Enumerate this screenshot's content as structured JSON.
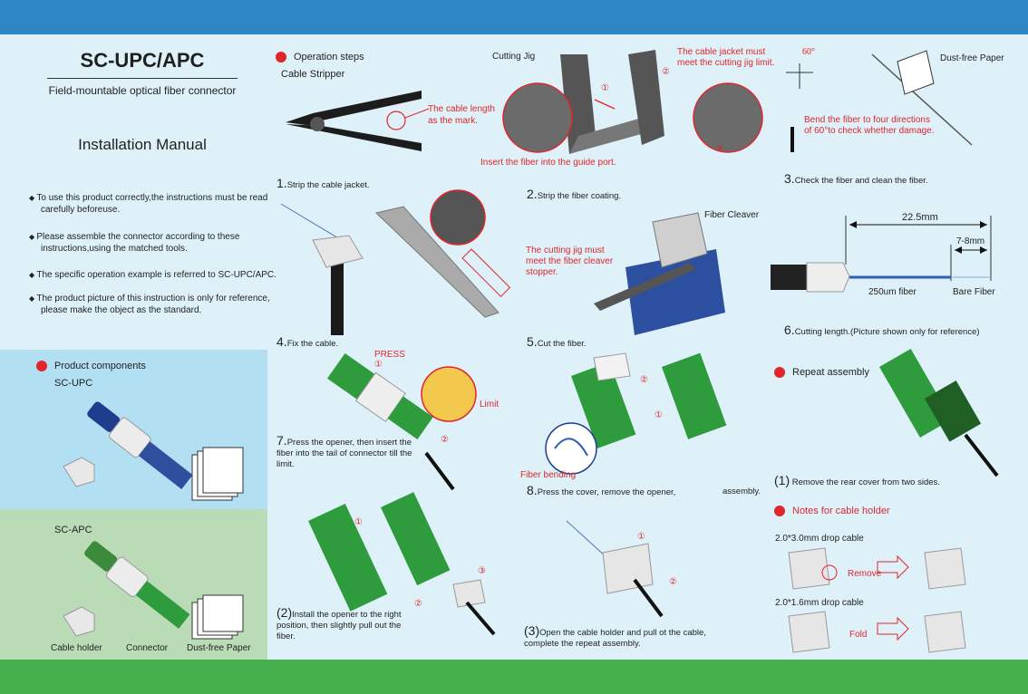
{
  "header": {
    "title": "SC-UPC/APC",
    "subtitle": "Field-mountable optical fiber connector",
    "manual": "Installation Manual"
  },
  "notes": [
    "To use this product correctly,the instructions must be read carefully beforeuse.",
    "Please assemble the connector according to these instructions,using the matched tools.",
    "The specific operation example is referred to SC-UPC/APC.",
    "The product picture of this instruction is only for reference, please make the object as the standard."
  ],
  "components": {
    "heading": "Product components",
    "upc": "SC-UPC",
    "apc": "SC-APC",
    "labels": {
      "holder": "Cable holder",
      "connector": "Connector",
      "paper": "Dust-free Paper"
    }
  },
  "operation": {
    "heading": "Operation steps",
    "cable_stripper": "Cable Stripper",
    "cable_length": "The cable length as the mark.",
    "cutting_jig": "Cutting Jig",
    "jacket_meet": "The cable jacket must meet the cutting jig limit.",
    "insert_guide": "Insert the fiber into the guide port.",
    "angle": "60°",
    "dust_free": "Dust-free Paper",
    "bend_note": "Bend the fiber to four directions of 60°to check whether damage.",
    "fiber_cleaver": "Fiber Cleaver",
    "jig_meet": "The cutting jig must meet the fiber cleaver stopper.",
    "dim_total": "22.5mm",
    "dim_bare": "7-8mm",
    "fiber_250": "250um fiber",
    "bare_fiber": "Bare Fiber",
    "press": "PRESS",
    "limit": "Limit",
    "fiber_bending": "Fiber bending",
    "repeat": "Repeat assembly",
    "cable_holder_notes": "Notes for cable holder",
    "drop1": "2.0*3.0mm drop cable",
    "remove": "Remove",
    "drop2": "2.0*1.6mm drop cable",
    "fold": "Fold",
    "circled": {
      "one": "①",
      "two": "②",
      "three": "③"
    }
  },
  "steps": [
    {
      "num": "1.",
      "text": "Strip the cable jacket."
    },
    {
      "num": "2.",
      "text": "Strip the fiber coating."
    },
    {
      "num": "3.",
      "text": "Check the fiber and clean the fiber."
    },
    {
      "num": "4.",
      "text": "Fix the cable."
    },
    {
      "num": "5.",
      "text": "Cut the fiber."
    },
    {
      "num": "6.",
      "text": "Cutting length.(Picture shown only for reference)"
    },
    {
      "num": "7.",
      "text": "Press the opener, then insert the fiber into the tail of connector till the limit."
    },
    {
      "num": "8.",
      "text": "Press the cover, remove the opener,",
      "tail": "assembly."
    },
    {
      "num": "(1)",
      "text": "Remove the rear cover from two sides."
    },
    {
      "num": "(2)",
      "text": "Install the opener to the right position, then slightly pull out the fiber."
    },
    {
      "num": "(3)",
      "text": "Open the cable holder and pull ot the cable, complete the repeat assembly."
    }
  ],
  "colors": {
    "header": "#2f86c4",
    "footer": "#46b04e",
    "accent": "#e0262c",
    "upc_panel": "#b2dff2",
    "apc_panel": "#b9dcb6"
  }
}
